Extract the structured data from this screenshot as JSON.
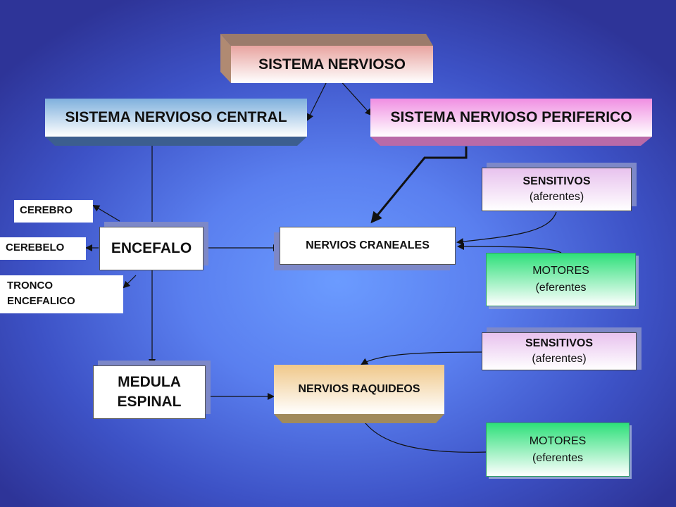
{
  "title": "SISTEMA NERVIOSO",
  "central": "SISTEMA NERVIOSO CENTRAL",
  "periferico": "SISTEMA NERVIOSO PERIFERICO",
  "encefalo": "ENCEFALO",
  "medula": {
    "line1": "MEDULA",
    "line2": "ESPINAL"
  },
  "encefalo_parts": {
    "cerebro": "CEREBRO",
    "cerebelo": "CEREBELO",
    "tronco": {
      "line1": "TRONCO",
      "line2": "ENCEFALICO"
    }
  },
  "craneales": "NERVIOS CRANEALES",
  "raquideos": "NERVIOS RAQUIDEOS",
  "sensitivos_1": {
    "line1": "SENSITIVOS",
    "line2": "(aferentes)"
  },
  "motores_1": {
    "line1": "MOTORES",
    "line2": "(eferentes"
  },
  "sensitivos_2": {
    "line1": "SENSITIVOS",
    "line2": "(aferentes)"
  },
  "motores_2": {
    "line1": "MOTORES",
    "line2": "(eferentes"
  }
}
